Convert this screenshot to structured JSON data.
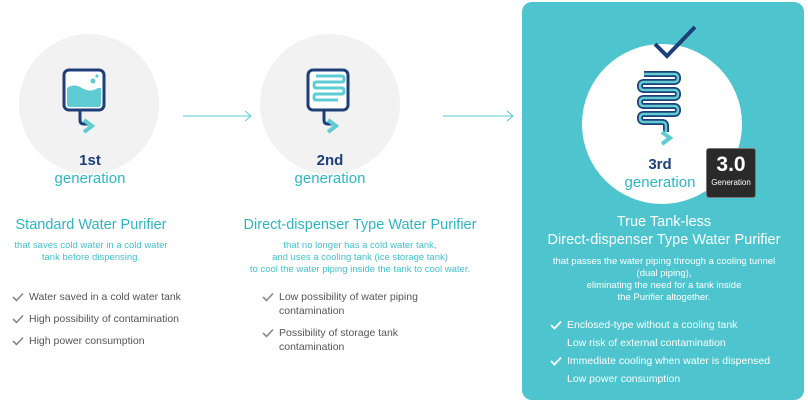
{
  "generations": [
    {
      "ordinal": "1st",
      "word": "generation",
      "title": "Standard Water Purifier",
      "description": [
        "that saves cold water in a cold water",
        "tank before dispensing."
      ],
      "features": [
        "Water saved in a cold water tank",
        "High possibility of contamination",
        "High power consumption"
      ]
    },
    {
      "ordinal": "2nd",
      "word": "generation",
      "title": "Direct-dispenser Type Water Purifier",
      "description": [
        "that no longer has a cold water tank,",
        "and uses a cooling tank (ice storage tank)",
        "to cool the water piping inside the tank to cool water."
      ],
      "features": [
        "Low possibility of water piping contamination",
        "Possibility of storage tank contamination"
      ]
    },
    {
      "ordinal": "3rd",
      "word": "generation",
      "title": [
        "True Tank-less",
        "Direct-dispenser Type Water Purifier"
      ],
      "description": [
        "that passes the water piping through a cooling tunnel",
        "(dual piping),",
        "eliminating the need for a tank inside",
        "the Purifier altogether."
      ],
      "features": [
        {
          "text": "Enclosed-type without a cooling tank",
          "checked": true
        },
        {
          "text": "Low risk of external contamination",
          "checked": false
        },
        {
          "text": "Immediate cooling when water is dispensed",
          "checked": true
        },
        {
          "text": "Low power consumption",
          "checked": false
        }
      ],
      "badge": {
        "version": "3.0",
        "label": "Generation"
      }
    }
  ],
  "colors": {
    "accent": "#4ec5ce",
    "navy": "#1e3f78",
    "teal_text": "#2eb5c0"
  },
  "icons": [
    "water-tank-icon",
    "coil-tank-icon",
    "coil-pipe-icon",
    "checkmark-icon",
    "arrow-right-icon"
  ]
}
